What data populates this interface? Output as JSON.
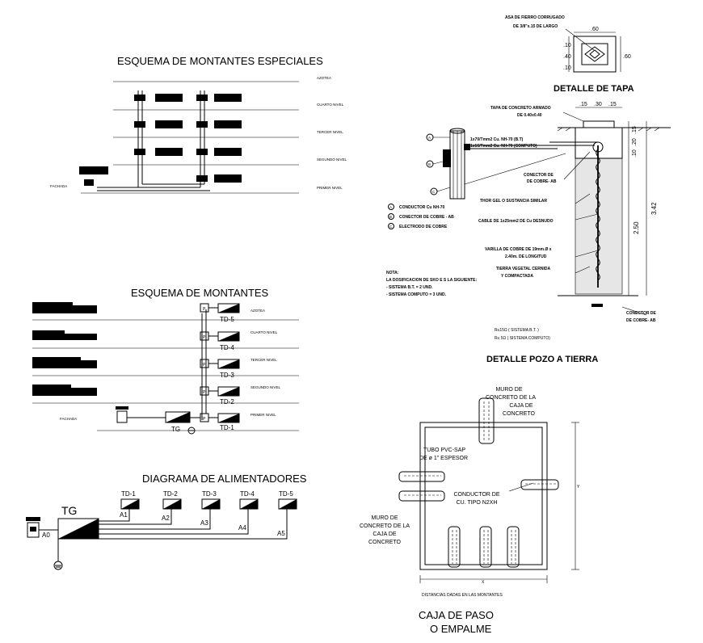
{
  "esquema_especiales": {
    "title": "ESQUEMA DE MONTANTES ESPECIALES",
    "levels": [
      "AZOTEA",
      "CUARTO NIVEL",
      "TERCER NIVEL",
      "SEGUNDO NIVEL",
      "PRIMER NIVEL"
    ],
    "fachada": "FACHADA"
  },
  "esquema_montantes": {
    "title": "ESQUEMA DE MONTANTES",
    "levels": [
      "AZOTEA",
      "CUARTO NIVEL",
      "TERCER NIVEL",
      "SEGUNDO NIVEL",
      "PRIMER NIVEL"
    ],
    "panels": [
      "TD-5",
      "TD-4",
      "TD-3",
      "TD-2",
      "TD-1"
    ],
    "p_label": "P",
    "tg": "TG",
    "fachada": "FACHADA"
  },
  "diagrama": {
    "title": "DIAGRAMA DE ALIMENTADORES",
    "tg": "TG",
    "boards": [
      "TD-1",
      "TD-2",
      "TD-3",
      "TD-4",
      "TD-5"
    ],
    "feeders": [
      "A1",
      "A2",
      "A3",
      "A4",
      "A5"
    ],
    "a0": "A0"
  },
  "detalle_tapa": {
    "title": "DETALLE DE TAPA",
    "note1": "ASA DE FIERRO CORRUGADO",
    "note2": "DE 3/8\"x.15 DE LARGO",
    "dims": [
      ".60",
      ".10",
      ".40",
      ".10",
      ".60"
    ]
  },
  "pozo": {
    "title": "DETALLE POZO A TIERRA",
    "tapa": "TAPA DE CONCRETO ARMADO",
    "tapa2": "DE 0.40x0.40",
    "cond1": "1x70/Tmm2 Cu. NH-70 (B.T)",
    "cond2": "1x16/Tmm2 Cu. NH-70 (COMPUTO)",
    "conector": "CONECTOR DE",
    "conector2": "DE COBRE- AB",
    "thor": "THOR GEL O SUSTANCIA SIMILAR",
    "cable": "CABLE DE 1x25mm2 DE Cu DESNUDO",
    "varilla": "VARILLA DE COBRE DE 19mm.Ø x",
    "varilla2": "2.40m. DE LONGITUD",
    "tierra": "TIERRA VEGETAL CERNIDA",
    "tierra2": "Y COMPACTADA",
    "conector_b": "CONECTOR DE",
    "conector_b2": "DE COBRE- AB",
    "top_dims": [
      ".15",
      ".30",
      ".15"
    ],
    "side_dims": [
      ".15",
      ".20",
      ".10",
      "2.50",
      "3.42"
    ],
    "r1": "R≤15Ω ( SISTEMA B.T. )",
    "r2": "R≤ 5Ω ( SISTEMA  COMPUTO)",
    "legend": [
      {
        "key": "A",
        "text": "CONDUCTOR Cu NH-70"
      },
      {
        "key": "B",
        "text": "CONECTOR DE COBRE - AB"
      },
      {
        "key": "C",
        "text": "ELECTRODO DE COBRE"
      }
    ],
    "nota": "NOTA:",
    "nota1": "LA DOSIFICACION DE SKO E S LA SIGUIENTE:",
    "nota2": "- SISTEMA B.T. = 2 UND.",
    "nota3": "- SISTEMA COMPUTO = 3 UND."
  },
  "caja": {
    "title1": "CAJA DE PASO",
    "title2": "O EMPALME",
    "muro_top": [
      "MURO DE",
      "CONCRETO DE LA",
      "CAJA DE",
      "CONCRETO"
    ],
    "muro_left": [
      "MURO DE",
      "CONCRETO DE LA",
      "CAJA DE",
      "CONCRETO"
    ],
    "tubo": [
      "TUBO PVC-SAP",
      "DE ø 1\" ESPESOR"
    ],
    "conductor": [
      "CONDUCTOR DE",
      "CU. TIPO N2XH"
    ],
    "distancias": "DISTANCIAS DADAS EN LAS MONTANTES",
    "x": "X",
    "y": "Y"
  }
}
